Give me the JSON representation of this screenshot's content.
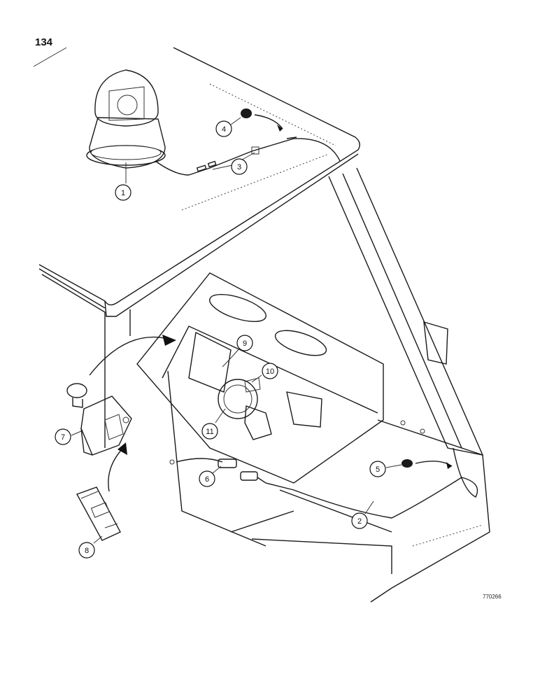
{
  "page_number": "134",
  "figure_code": "770266",
  "callouts": [
    {
      "id": "c1",
      "label": "1"
    },
    {
      "id": "c2",
      "label": "2"
    },
    {
      "id": "c3",
      "label": "3"
    },
    {
      "id": "c4",
      "label": "4"
    },
    {
      "id": "c5",
      "label": "5"
    },
    {
      "id": "c6",
      "label": "6"
    },
    {
      "id": "c7",
      "label": "7"
    },
    {
      "id": "c8",
      "label": "8"
    },
    {
      "id": "c9",
      "label": "9"
    },
    {
      "id": "c10",
      "label": "10"
    },
    {
      "id": "c11",
      "label": "11"
    }
  ]
}
